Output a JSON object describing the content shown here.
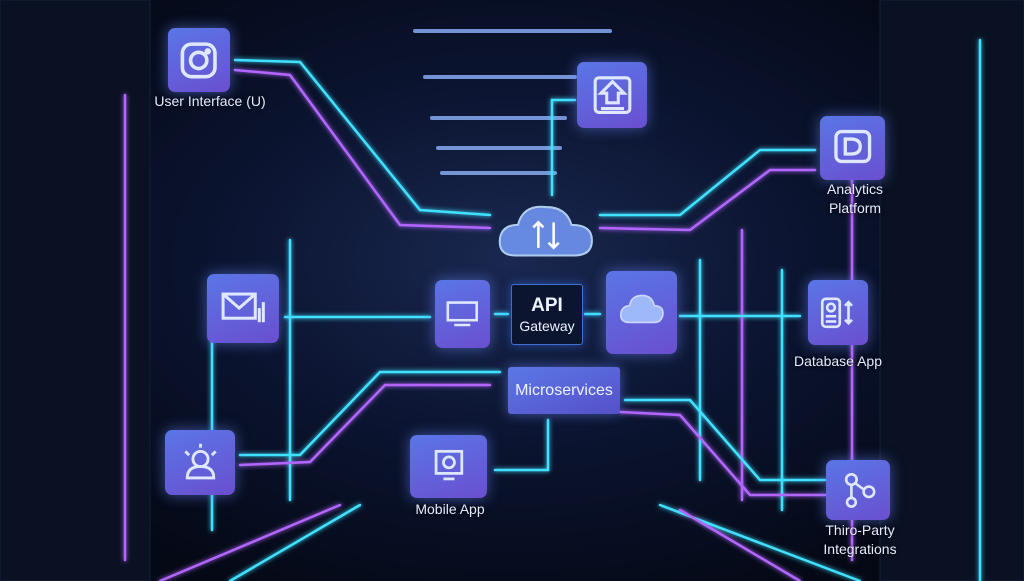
{
  "nodes": {
    "user_interface": {
      "label": "User Interface (U)",
      "icon": "instagram-camera-icon"
    },
    "upload": {
      "icon": "upload-arrow-icon"
    },
    "cloud_top": {
      "icon": "cloud-sync-icon"
    },
    "analytics": {
      "label_line1": "Analytics",
      "label_line2": "Platform",
      "icon": "analytics-chart-icon"
    },
    "mail": {
      "icon": "mail-icon"
    },
    "monitor": {
      "icon": "monitor-icon"
    },
    "api_gateway": {
      "line1": "API",
      "line2": "Gateway"
    },
    "cloud_right": {
      "icon": "cloud-icon"
    },
    "database": {
      "label": "Database App",
      "icon": "database-icon"
    },
    "microservices": {
      "label": "Microservices"
    },
    "person": {
      "icon": "user-badge-icon"
    },
    "mobile": {
      "label": "Mobile App",
      "icon": "mobile-device-icon"
    },
    "third_party": {
      "label_line1": "Thiro-Party",
      "label_line2": "Integrations",
      "icon": "share-nodes-icon"
    }
  },
  "colors": {
    "cyan": "#3fe0ff",
    "purple": "#b266ff",
    "tile": "#5a76e6",
    "background": "#05091a"
  }
}
